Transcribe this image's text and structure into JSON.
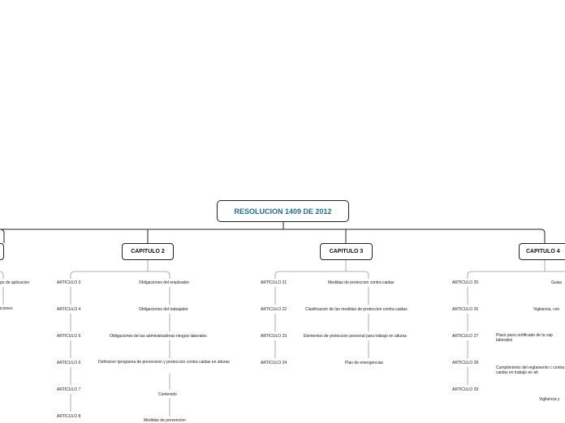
{
  "root": {
    "label": "RESOLUCION 1409 DE 2012"
  },
  "chapters": [
    {
      "label": "CAPITULO 2"
    },
    {
      "label": "CAPITULO 3"
    },
    {
      "label": "CAPITULO 4"
    }
  ],
  "chapter1_fragments": [
    "po de aplicacion",
    "iciones"
  ],
  "chapter2": {
    "articles": [
      "ARTICULO 3",
      "ARTICULO 4",
      "ARTICULO 5",
      "ARTICULO 6",
      "ARTICULO 7",
      "ARTICULO 8"
    ],
    "topics": [
      "Obligaciones del empleador",
      "Obligaciones del trabajador",
      "Obligaciones de las administradoras riesgos laborales",
      "Definicion  Iprograma de prevencion y proteccion contra caidas en alturas",
      "Contenido",
      "Medidas de prevencion"
    ]
  },
  "chapter3": {
    "articles": [
      "ARTICULO 21",
      "ARTICULO 22",
      "ARTICULO 23",
      "ARTICULO 24"
    ],
    "topics": [
      "Medidas de proteccion contra caidas",
      "Clasificacion de las medidas de proteccion contra caidas",
      "Elementos de proteccion personal para trabajo en alturas",
      "Plan de emergencias"
    ]
  },
  "chapter4": {
    "articles": [
      "ARTICULO 25",
      "ARTICULO 26",
      "ARTICULO 27",
      "ARTICULO 28",
      "ARTICULO 29"
    ],
    "topics": [
      "Guias",
      "Vigilancia, con",
      "Plazo para certificado de la cap laborales",
      "Cumplimiento del reglamento c contra caidas en trabajo en alt",
      "Vigilancia y"
    ]
  }
}
